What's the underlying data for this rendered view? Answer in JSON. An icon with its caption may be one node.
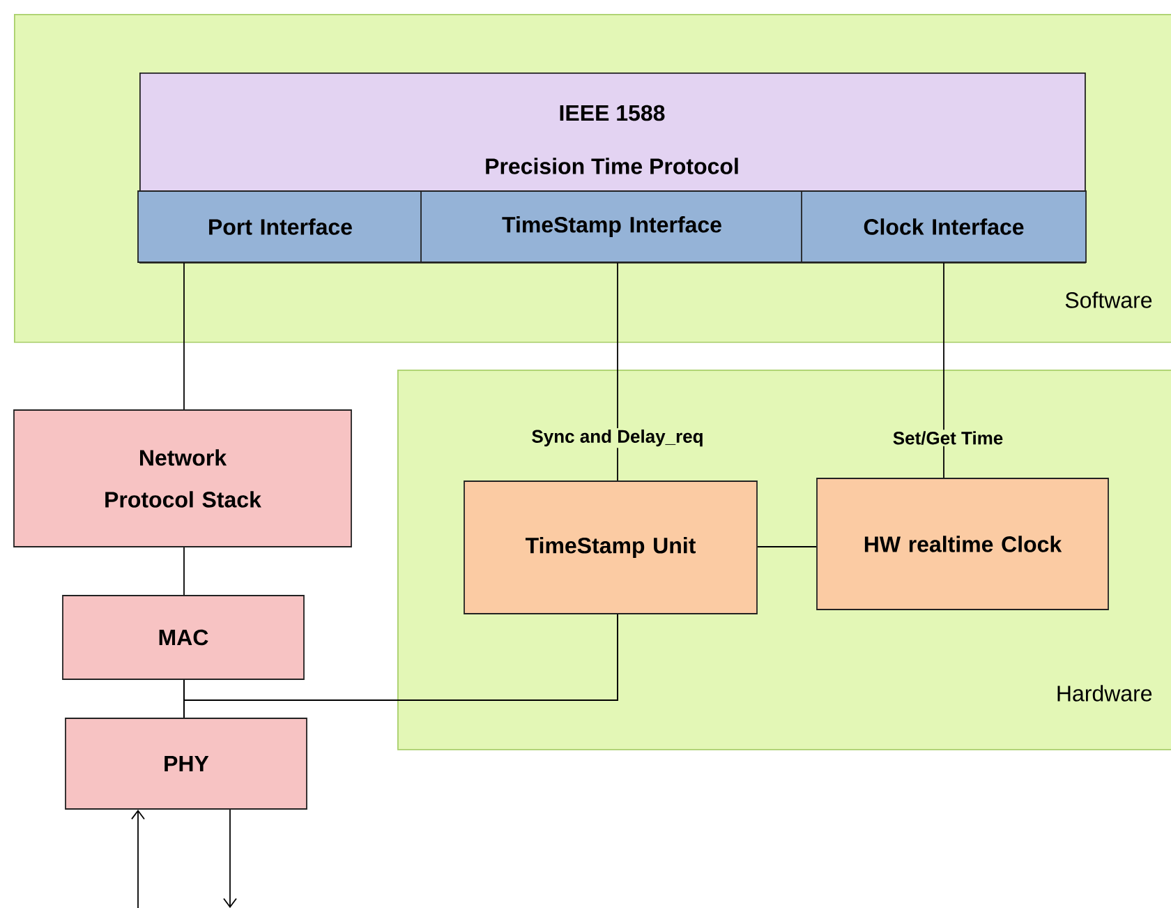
{
  "diagram": {
    "nodes": [
      {
        "text": [
          "Software"
        ]
      },
      {
        "text": [
          "IEEE 1588",
          "Precision Time Protocol"
        ],
        "in": 0
      },
      {
        "text": [
          "Port Interface"
        ],
        "in": 1
      },
      {
        "text": [
          "TimeStamp Interface"
        ],
        "in": 1
      },
      {
        "text": [
          "Clock Interface"
        ],
        "in": 1
      },
      {
        "text": [
          "Hardware"
        ]
      },
      {
        "text": [
          "Network Protocol Stack"
        ]
      },
      {
        "text": [
          "MAC"
        ]
      },
      {
        "text": [
          "PHY"
        ]
      },
      {
        "text": [
          "TimeStamp Unit"
        ],
        "in": 5
      },
      {
        "text": [
          "HW realtime Clock"
        ],
        "in": 5
      }
    ],
    "edges": [
      {
        "from": 2,
        "to": 6,
        "arrow": "none"
      },
      {
        "from": 3,
        "to": 9,
        "arrow": "none",
        "label": "Sync and Delay_req"
      },
      {
        "from": 4,
        "to": 10,
        "arrow": "none",
        "label": "Set/Get Time"
      },
      {
        "from": 6,
        "to": 7,
        "arrow": "none"
      },
      {
        "from": 7,
        "to": 8,
        "arrow": "none"
      },
      {
        "from": 9,
        "to": 7,
        "arrow": "none"
      },
      {
        "from": 9,
        "to": 8,
        "arrow": "none"
      },
      {
        "from": 9,
        "to": 10,
        "arrow": "none"
      },
      {
        "from": null,
        "to": 8,
        "arrow": "to"
      },
      {
        "from": 8,
        "to": null,
        "arrow": "to"
      }
    ]
  }
}
